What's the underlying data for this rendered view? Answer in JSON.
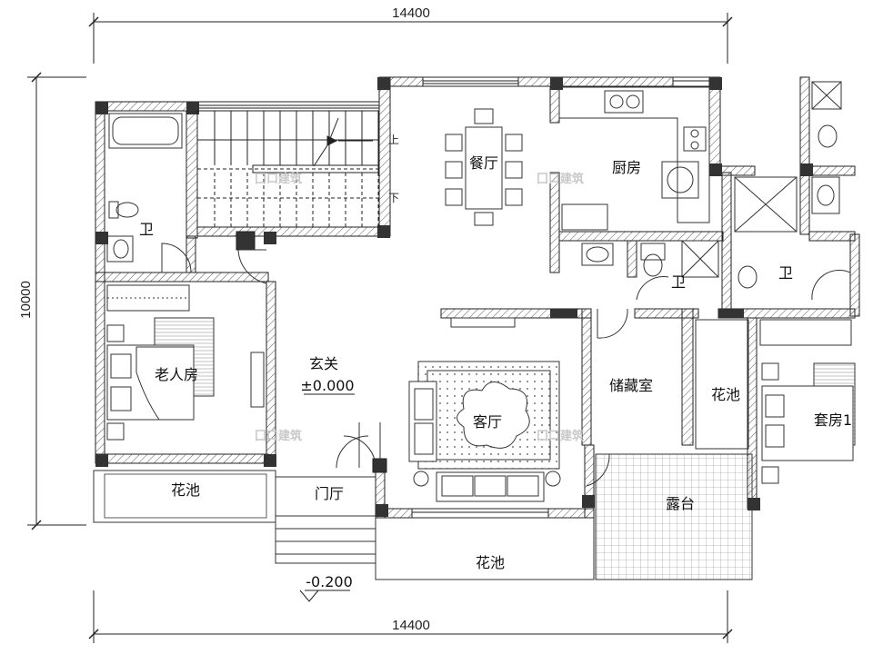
{
  "dimensions": {
    "top_width": "14400",
    "bottom_width": "14400",
    "left_height": "10000"
  },
  "elevations": {
    "entry_level": "±0.000",
    "outdoor_level": "-0.200"
  },
  "stair": {
    "up_label": "上",
    "down_label": "下"
  },
  "rooms": {
    "bath_left": "卫",
    "elder_room": "老人房",
    "flower_bed_left": "花池",
    "foyer": "玄关",
    "vestibule": "门厅",
    "dining": "餐厅",
    "kitchen": "厨房",
    "bath_middle": "卫",
    "living": "客厅",
    "storage": "储藏室",
    "flower_bed_middle": "花池",
    "terrace": "露台",
    "flower_bed_bottom": "花池",
    "bath_right": "卫",
    "suite": "套房1"
  },
  "watermark": "囗口建筑"
}
